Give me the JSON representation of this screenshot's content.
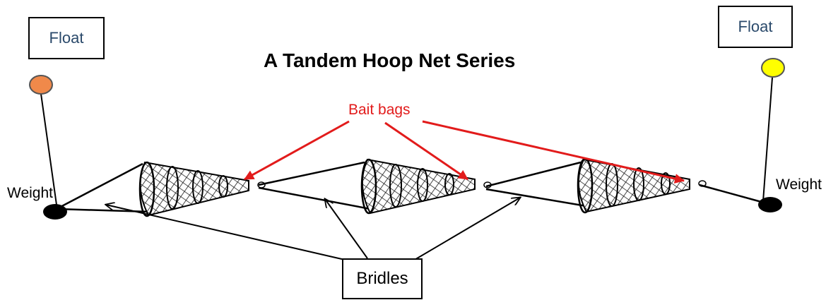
{
  "title": "A Tandem Hoop Net Series",
  "labels": {
    "float_left": "Float",
    "float_right": "Float",
    "weight_left": "Weight",
    "weight_right": "Weight",
    "bait_bags": "Bait bags",
    "bridles": "Bridles"
  },
  "colors": {
    "bait_arrow": "#e21b1b",
    "float_left": "#f0894a",
    "float_right": "#ffff00",
    "weight": "#000000"
  }
}
